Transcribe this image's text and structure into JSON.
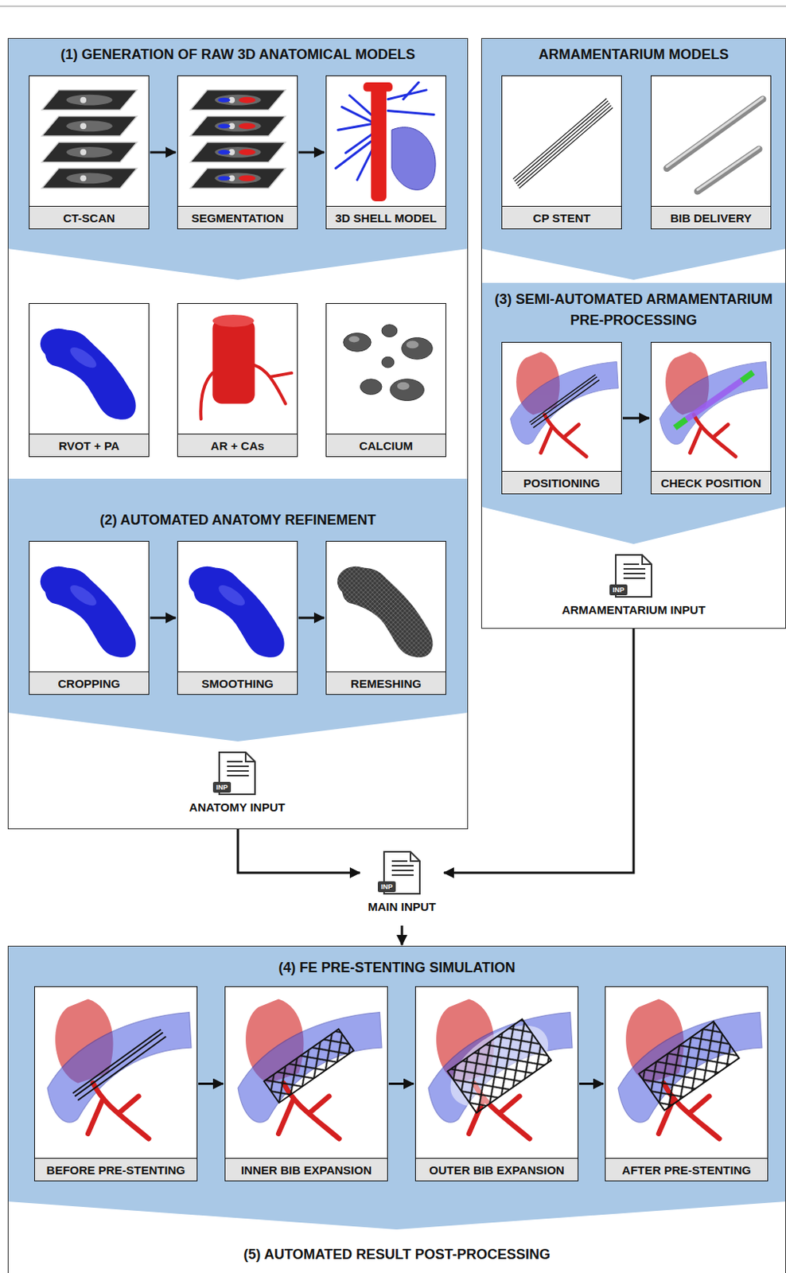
{
  "diagram": {
    "nodes": [
      {
        "text": [
          "(1) GENERATION OF RAW 3D ANATOMICAL MODELS"
        ]
      },
      {
        "text": [
          "CT-SCAN"
        ],
        "in": 0
      },
      {
        "text": [
          "SEGMENTATION"
        ],
        "in": 0
      },
      {
        "text": [
          "3D SHELL MODEL"
        ],
        "in": 0
      },
      {
        "text": [
          "RVOT + PA"
        ],
        "in": 0
      },
      {
        "text": [
          "AR + CAs"
        ],
        "in": 0
      },
      {
        "text": [
          "CALCIUM"
        ],
        "in": 0
      },
      {
        "text": [
          "(2) AUTOMATED ANATOMY REFINEMENT"
        ],
        "in": 0
      },
      {
        "text": [
          "CROPPING"
        ],
        "in": 7
      },
      {
        "text": [
          "SMOOTHING"
        ],
        "in": 7
      },
      {
        "text": [
          "REMESHING"
        ],
        "in": 7
      },
      {
        "text": [
          "INP",
          "ANATOMY INPUT"
        ],
        "in": 0
      },
      {
        "text": [
          "ARMAMENTARIUM MODELS"
        ]
      },
      {
        "text": [
          "CP STENT"
        ],
        "in": 12
      },
      {
        "text": [
          "BIB DELIVERY"
        ],
        "in": 12
      },
      {
        "text": [
          "(3) SEMI-AUTOMATED ARMAMENTARIUM PRE-PROCESSING"
        ],
        "in": 12
      },
      {
        "text": [
          "POSITIONING"
        ],
        "in": 15
      },
      {
        "text": [
          "CHECK POSITION"
        ],
        "in": 15
      },
      {
        "text": [
          "INP",
          "ARMAMENTARIUM INPUT"
        ],
        "in": 12
      },
      {
        "text": [
          "INP",
          "MAIN INPUT"
        ]
      },
      {
        "text": [
          "(4) FE PRE-STENTING SIMULATION",
          "(5) AUTOMATED RESULT POST-PROCESSING"
        ]
      },
      {
        "text": [
          "BEFORE PRE-STENTING"
        ],
        "in": 20
      },
      {
        "text": [
          "INNER BIB EXPANSION"
        ],
        "in": 20
      },
      {
        "text": [
          "OUTER BIB EXPANSION"
        ],
        "in": 20
      },
      {
        "text": [
          "AFTER PRE-STENTING"
        ],
        "in": 20
      }
    ],
    "edges": [
      {
        "from": 1,
        "to": 2,
        "arrow": "to"
      },
      {
        "from": 2,
        "to": 3,
        "arrow": "to"
      },
      {
        "from": 8,
        "to": 9,
        "arrow": "to"
      },
      {
        "from": 9,
        "to": 10,
        "arrow": "to"
      },
      {
        "from": 16,
        "to": 17,
        "arrow": "to"
      },
      {
        "from": 21,
        "to": 22,
        "arrow": "to"
      },
      {
        "from": 22,
        "to": 23,
        "arrow": "to"
      },
      {
        "from": 23,
        "to": 24,
        "arrow": "to"
      },
      {
        "from": 0,
        "to": 19,
        "arrow": "to"
      },
      {
        "from": 12,
        "to": 19,
        "arrow": "to"
      },
      {
        "from": 19,
        "to": 20,
        "arrow": "to"
      }
    ]
  }
}
